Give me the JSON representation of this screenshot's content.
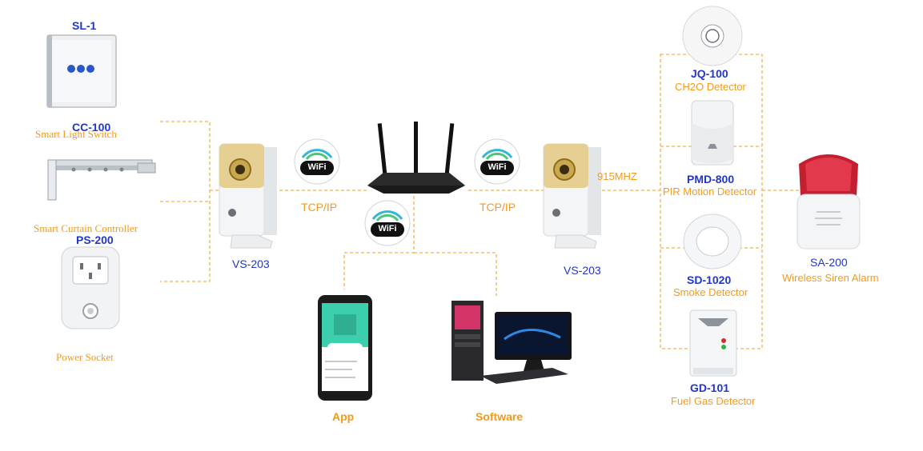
{
  "left_devices": {
    "sl1": {
      "model": "SL-1",
      "name": "Smart Light Switch"
    },
    "cc100": {
      "model": "CC-100",
      "name": "Smart Curtain Controller"
    },
    "ps200": {
      "model": "PS-200",
      "name": "Power Socket"
    }
  },
  "cameras": {
    "left": "VS-203",
    "right": "VS-203"
  },
  "links": {
    "left_protocol": "TCP/IP",
    "right_protocol": "TCP/IP",
    "frequency": "915MHZ",
    "wifi": "WiFi"
  },
  "clients": {
    "app": "App",
    "software": "Software"
  },
  "detectors": [
    {
      "model": "JQ-100",
      "name": "CH2O Detector"
    },
    {
      "model": "PMD-800",
      "name": "PIR Motion Detector"
    },
    {
      "model": "SD-1020",
      "name": "Smoke Detector"
    },
    {
      "model": "GD-101",
      "name": "Fuel Gas Detector"
    }
  ],
  "siren": {
    "model": "SA-200",
    "name": "Wireless Siren Alarm"
  },
  "colors": {
    "accent_line": "#f2b24c",
    "label_blue": "#2236c8",
    "label_orange": "#f39a1c"
  }
}
